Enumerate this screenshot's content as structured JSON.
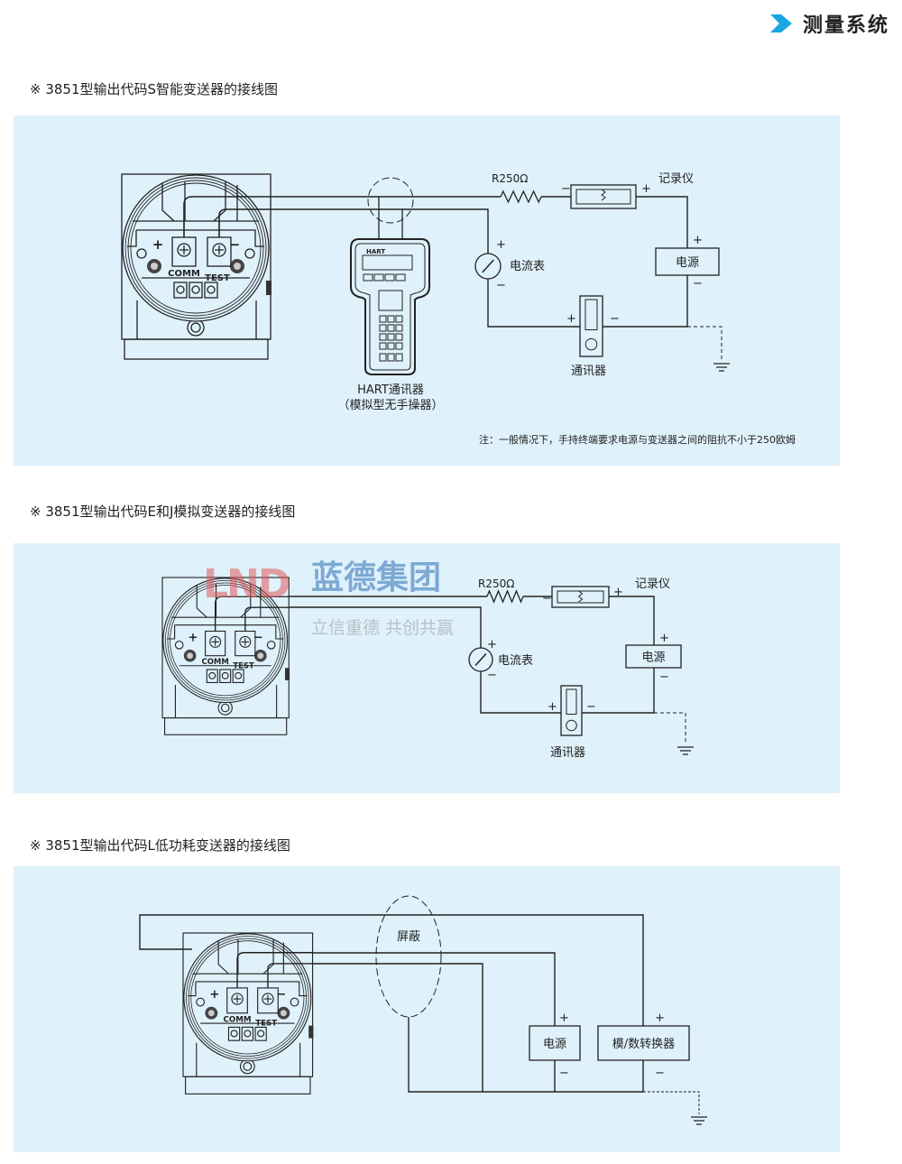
{
  "header": {
    "title": "测量系统",
    "icon": "arrow-right-icon",
    "accent": "#1aa6e0"
  },
  "colors": {
    "panel_bg": "#dff1fb",
    "line": "#222222"
  },
  "sections": [
    {
      "title": "※ 3851型输出代码S智能变送器的接线图",
      "labels": {
        "resistor": "R250Ω",
        "recorder": "记录仪",
        "ammeter": "电流表",
        "power": "电源",
        "communicator": "通讯器",
        "hart_name": "HART通讯器",
        "hart_sub": "（模拟型无手操器）",
        "hart_brand": "HART",
        "plus": "+",
        "minus": "−"
      },
      "note": "注：一般情况下，手持终端要求电源与变送器之间的阻抗不小于250欧姆"
    },
    {
      "title": "※ 3851型输出代码E和J模拟变送器的接线图",
      "labels": {
        "resistor": "R250Ω",
        "recorder": "记录仪",
        "ammeter": "电流表",
        "power": "电源",
        "communicator": "通讯器",
        "plus": "+",
        "minus": "−"
      }
    },
    {
      "title": "※ 3851型输出代码L低功耗变送器的接线图",
      "labels": {
        "shield": "屏蔽",
        "power": "电源",
        "ad_converter": "模/数转换器",
        "plus": "+",
        "minus": "−"
      }
    }
  ],
  "transmitter": {
    "comm": "COMM",
    "test": "TEST",
    "plus": "+",
    "minus": "−"
  },
  "watermark": {
    "logo": "LND",
    "company": "蓝德集团",
    "slogan": "立信重德 共创共赢"
  }
}
